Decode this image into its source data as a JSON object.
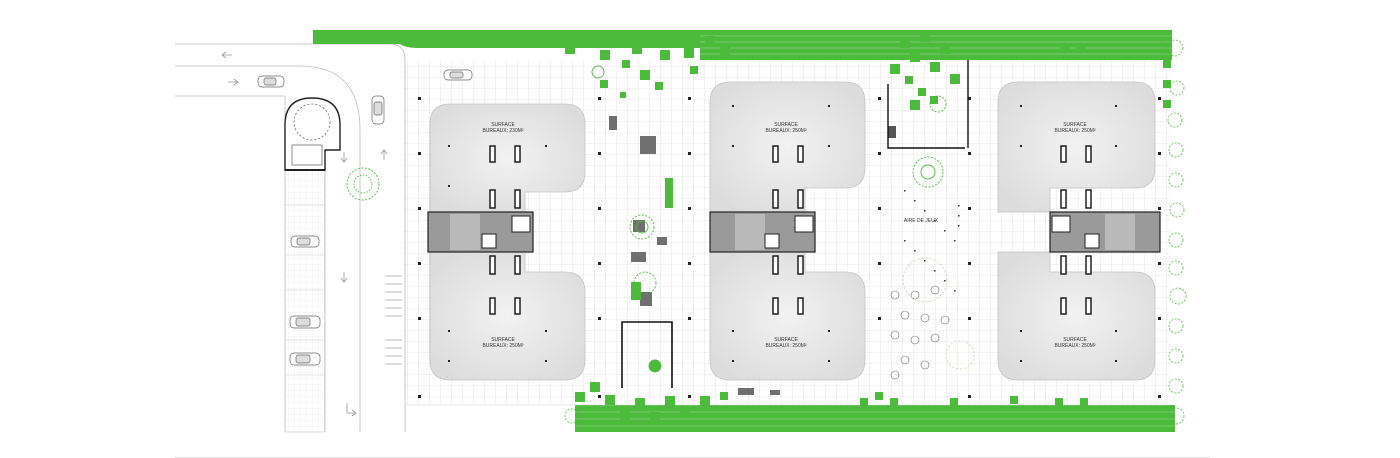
{
  "labels": {
    "surface_a_title": "SURFACE",
    "surface_a_value": "BUREAUX: 230M²",
    "surface_b_title": "SURFACE",
    "surface_b_value": "BUREAUX: 250M²",
    "surface_c_title": "SURFACE",
    "surface_c_value": "BUREAUX: 250M²",
    "surface_d_title": "SURFACE",
    "surface_d_value": "BUREAUX: 250M²",
    "surface_e_title": "SURFACE",
    "surface_e_value": "BUREAUX: 250M²",
    "surface_f_title": "SURFACE",
    "surface_f_value": "BUREAUX: 250M²",
    "playground": "AIRE DE JEUX"
  },
  "colors": {
    "green": "#4cbb3c",
    "dark_green": "#2e8b2e",
    "grid": "#cfcfcf",
    "slab": "#e4e4e4",
    "core": "#9a9a9a",
    "road_line": "#bdbdbd"
  },
  "icons": {
    "car": "car-icon",
    "arrow": "arrow-icon",
    "tree": "tree-icon"
  }
}
